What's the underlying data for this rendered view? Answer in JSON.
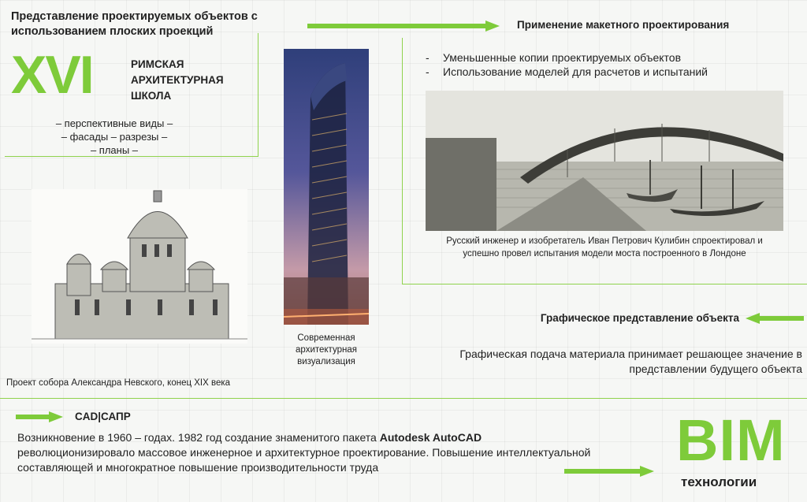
{
  "left_header": {
    "title": "Представление проектируемых объектов с использованием плоских проекций",
    "century": "XVI",
    "school": [
      "РИМСКАЯ",
      "АРХИТЕКТУРНАЯ",
      "ШКОЛА"
    ],
    "views": [
      "– перспективные виды –",
      "– фасады – разрезы –",
      "– планы –"
    ]
  },
  "tower": {
    "caption": [
      "Современная",
      "архитектурная",
      "визуализация"
    ]
  },
  "cathedral": {
    "caption": "Проект собора Александра Невского, конец XIX века"
  },
  "right_header": {
    "title": "Применение макетного проектирования",
    "bullets": [
      "Уменьшенные копии проектируемых объектов",
      "Использование моделей для расчетов и испытаний"
    ]
  },
  "bridge": {
    "caption": "Русский инженер и изобретатель Иван Петрович Кулибин спроектировал и успешно провел испытания модели моста построенного в Лондоне"
  },
  "graphic": {
    "title": "Графическое представление объекта",
    "text": "Графическая подача материала принимает решающее значение в представлении будущего объекта"
  },
  "cad": {
    "title": "CAD|САПР",
    "text_before": "Возникновение в 1960 – годах. 1982 год создание знаменитого пакета ",
    "text_bold": "Autodesk AutoCAD",
    "text_after": " революционизировало массовое инженерное и архитектурное проектирование. Повышение интеллектуальной составляющей и многократное повышение производительности труда"
  },
  "bim": {
    "title": "BIM",
    "subtitle": "технологии"
  },
  "colors": {
    "accent": "#7ecb3a",
    "text": "#222222",
    "background": "#f6f7f5"
  }
}
